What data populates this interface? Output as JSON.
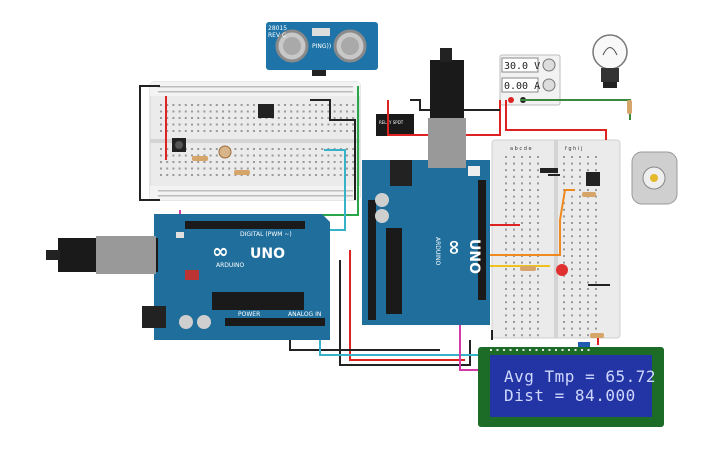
{
  "lcd": {
    "line1": "Avg Tmp = 65.72",
    "line2": "Dist = 84.000"
  },
  "power_supply": {
    "voltage": "30.0 V",
    "current": "0.00 A"
  },
  "sensor": {
    "name": "PING))",
    "model": "28015",
    "rev": "REV C"
  },
  "arduino_left": {
    "label": "UNO",
    "brand": "ARDUINO",
    "digital_label": "DIGITAL (PWM ~)",
    "power_label": "POWER",
    "analog_label": "ANALOG IN"
  },
  "arduino_right": {
    "label": "UNO",
    "brand": "ARDUINO"
  },
  "colors": {
    "board": "#1f6e9c",
    "breadboard": "#e9e9e9",
    "lcd_bg": "#2334a4",
    "lcd_frame": "#1c6b27"
  }
}
